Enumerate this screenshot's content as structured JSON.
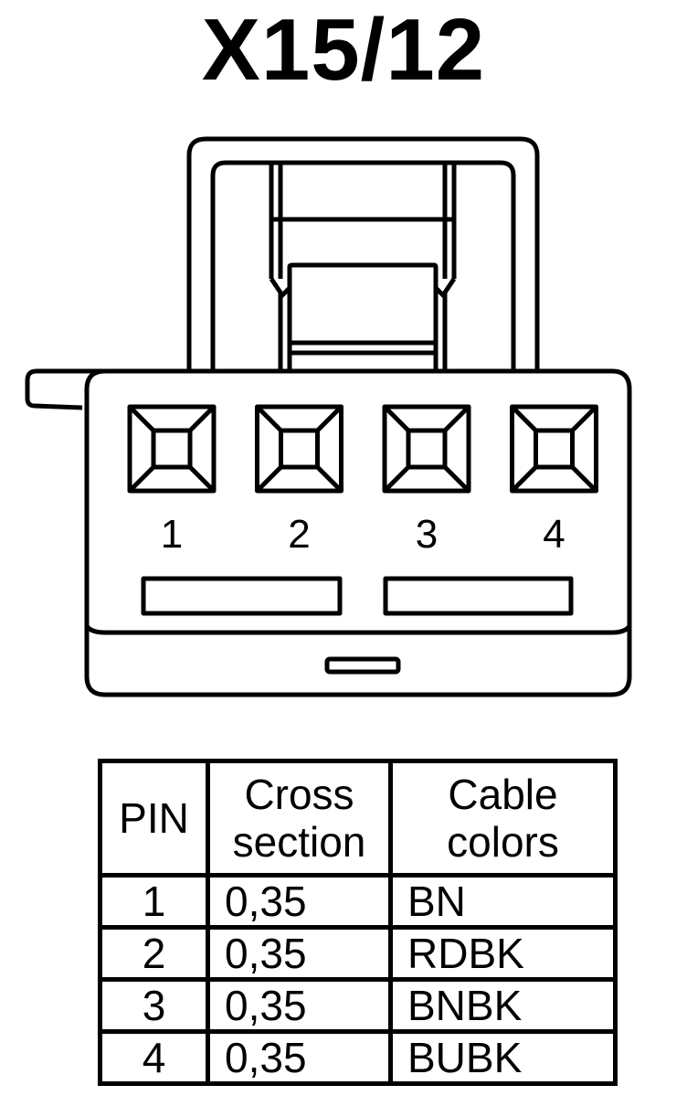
{
  "title": "X15/12",
  "connector": {
    "pins": [
      {
        "number": "1"
      },
      {
        "number": "2"
      },
      {
        "number": "3"
      },
      {
        "number": "4"
      }
    ]
  },
  "table": {
    "headers": {
      "pin": [
        "PIN"
      ],
      "cross_section": [
        "Cross",
        "section"
      ],
      "cable_colors": [
        "Cable",
        "colors"
      ]
    },
    "rows": [
      {
        "pin": "1",
        "cross_section": "0,35",
        "cable_color": "BN"
      },
      {
        "pin": "2",
        "cross_section": "0,35",
        "cable_color": "RDBK"
      },
      {
        "pin": "3",
        "cross_section": "0,35",
        "cable_color": "BNBK"
      },
      {
        "pin": "4",
        "cross_section": "0,35",
        "cable_color": "BUBK"
      }
    ]
  }
}
